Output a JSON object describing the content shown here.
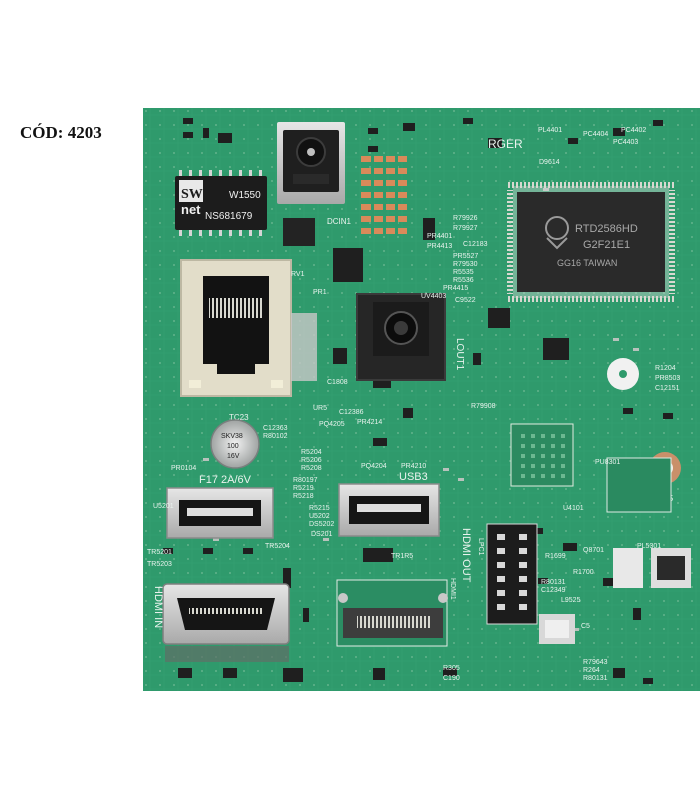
{
  "code_label": "CÓD: 4203",
  "board": {
    "colors": {
      "pcb": "#2f9a6c",
      "pcb_dark": "#257f58",
      "silk": "#e9f3ee",
      "metal": "#cfcfcf",
      "chip": "#2a2a2a"
    },
    "transformer_brand": "net",
    "transformer_model": "W1550",
    "transformer_part": "NS681679",
    "main_chip_line1": "RTD2586HD",
    "main_chip_line2": "G2F21E1",
    "main_chip_line3": "GG16 TAIWAN",
    "capacitor_text1": "SKV38",
    "capacitor_text2": "100",
    "capacitor_text3": "16V",
    "usb_left_label": "F17 2A/6V",
    "usb_right_label": "USB3",
    "hdmi_in_label": "HDMI IN",
    "hdmi_out_label": "HDMI OUT",
    "dcin_label": "DCIN1",
    "lout_label": "LOUT1",
    "charger_label": "RGER",
    "tc_label": "TC23",
    "silk_labels": {
      "pl4401": "PL4401",
      "pc4404": "PC4404",
      "pc4402": "PC4402",
      "pc4403": "PC4403",
      "d9614": "D9614",
      "r79926": "R79926",
      "r79927": "R79927",
      "pr4401": "PR4401",
      "pr4413": "PR4413",
      "c12183": "C12183",
      "pr5527": "PR5527",
      "r79530": "R79530",
      "r5535": "R5535",
      "r5536": "R5536",
      "pr4415": "PR4415",
      "c9522": "C9522",
      "uv4403": "UV4403",
      "c12363": "C12363",
      "r80102": "R80102",
      "pr0104": "PR0104",
      "r5204": "R5204",
      "r5206": "R5206",
      "r5208": "R5208",
      "r80197": "R80197",
      "r5219": "R5219",
      "r5218": "R5218",
      "r5215": "R5215",
      "u5202": "U5202",
      "ds5202": "DS5202",
      "ds201": "DS201",
      "tr5201": "TR5201",
      "tr5203": "TR5203",
      "tr5204": "TR5204",
      "pq4205": "PQ4205",
      "pr4214": "PR4214",
      "pq4204": "PQ4204",
      "pr4210": "PR4210",
      "c12386": "C12386",
      "r79908": "R79908",
      "ur5": "UR5",
      "c1808": "C1808",
      "u5201": "U5201",
      "r1204": "R1204",
      "pr8503": "PR8503",
      "c12151": "C12151",
      "r1699": "R1699",
      "q8701": "Q8701",
      "r80131": "R80131",
      "r1700": "R1700",
      "c12349": "C12349",
      "l9525": "L9525",
      "r79643": "R79643",
      "r264": "R264",
      "r80131b": "R80131",
      "r305": "R305",
      "c190": "C190",
      "h5": "H5",
      "pu8301": "PU8301",
      "pl5301": "PL5301",
      "u4101": "U4101",
      "c5": "C5",
      "tr1r5": "TR1R5",
      "lpc1": "LPC1",
      "hdmi1": "HDMI1",
      "rv1": "RV1",
      "pr1": "PR1"
    }
  }
}
